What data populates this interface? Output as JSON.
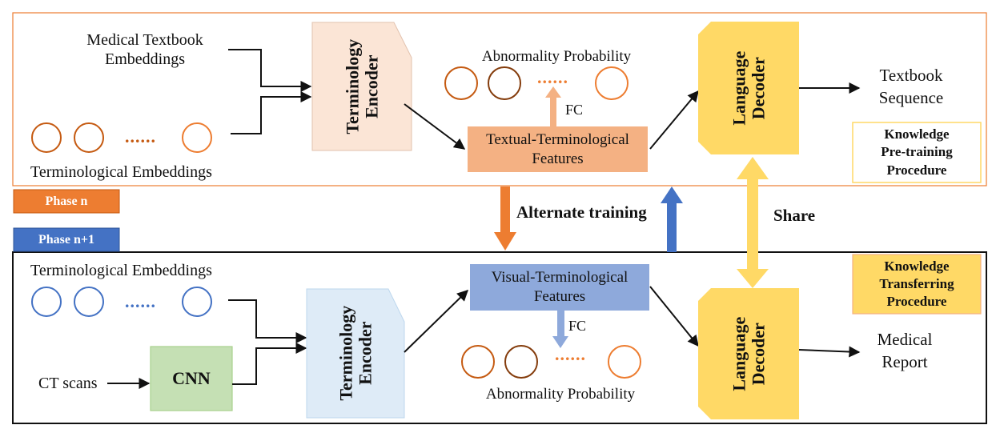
{
  "colors": {
    "orange": "#ED7D31",
    "orange_light_fill": "#F4B183",
    "peach_fill": "#FBE5D6",
    "blue": "#4472C4",
    "blue_fill": "#8EA9DB",
    "blue_light_fill": "#DEEBF7",
    "green_fill": "#C5E0B4",
    "green_border": "#A9D18E",
    "yellow_fill": "#FFD966",
    "yellow_arrow": "#FFD966",
    "brown": "#843C0C"
  },
  "pretraining": {
    "input_textbook": "Medical Textbook\nEmbeddings",
    "input_terminological": "Terminological Embeddings",
    "ellipsis": "......",
    "encoder": "Terminology\nEncoder",
    "features": "Textual-Terminological\nFeatures",
    "fc": "FC",
    "abnormality": "Abnormality Probability",
    "decoder": "Language\nDecoder",
    "output": "Textbook\nSequence",
    "procedure": "Knowledge\nPre-training\nProcedure"
  },
  "middle": {
    "phase_n": "Phase n",
    "phase_n1": "Phase n+1",
    "alternate": "Alternate training",
    "share": "Share"
  },
  "transferring": {
    "input_terminological": "Terminological Embeddings",
    "ellipsis": "......",
    "ct_scans": "CT scans",
    "cnn": "CNN",
    "encoder": "Terminology\nEncoder",
    "features": "Visual-Terminological\nFeatures",
    "fc": "FC",
    "abnormality": "Abnormality Probability",
    "decoder": "Language\nDecoder",
    "output": "Medical\nReport",
    "procedure": "Knowledge\nTransferring\nProcedure"
  }
}
